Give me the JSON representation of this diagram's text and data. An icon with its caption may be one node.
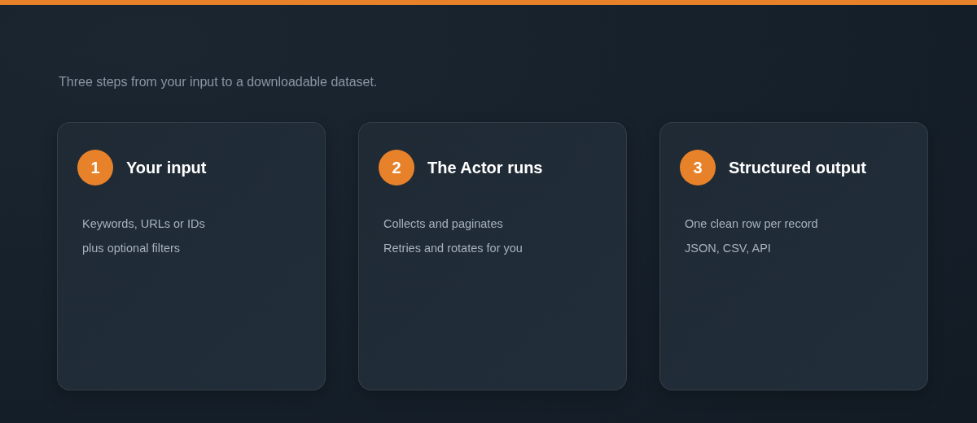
{
  "diagram": {
    "nodes": [
      {
        "text": [
          "Your input",
          "Keywords, URLs or IDs",
          "plus optional filters"
        ]
      },
      {
        "text": [
          "1"
        ],
        "in": 0
      },
      {
        "text": [
          "The Actor runs",
          "Collects and paginates",
          "Retries and rotates for you"
        ]
      },
      {
        "text": [
          "2"
        ],
        "in": 2
      },
      {
        "text": [
          "Structured output",
          "One clean row per record",
          "JSON, CSV, API"
        ]
      },
      {
        "text": [
          "3"
        ],
        "in": 4
      }
    ],
    "labels": [
      "Three steps from your input to a downloadable dataset."
    ]
  }
}
